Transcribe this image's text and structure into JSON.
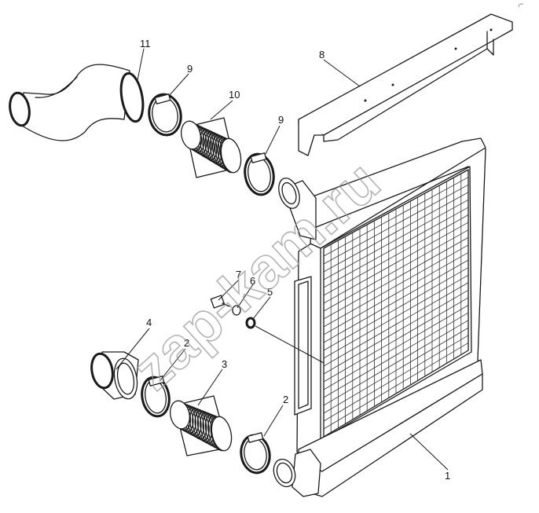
{
  "watermark": "zap-kam.ru",
  "corner_mark": "r\"\"",
  "callouts": {
    "c1": "1",
    "c2a": "2",
    "c2b": "2",
    "c3": "3",
    "c4": "4",
    "c5": "5",
    "c6": "6",
    "c7": "7",
    "c8": "8",
    "c9a": "9",
    "c9b": "9",
    "c10": "10",
    "c11": "11"
  }
}
